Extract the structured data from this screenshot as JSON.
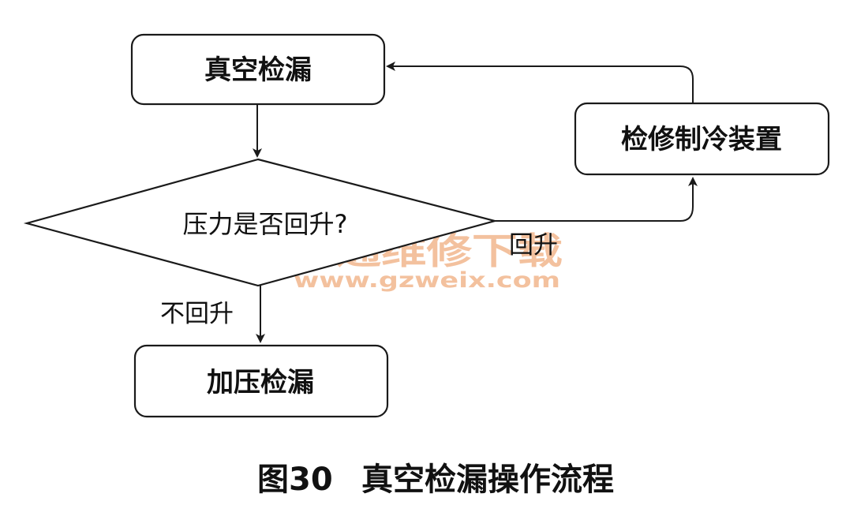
{
  "nodes": {
    "vacuum_leak_test": "真空检漏",
    "pressure_question": "压力是否回升?",
    "repair_refrigeration": "检修制冷装置",
    "pressure_leak_test": "加压检漏"
  },
  "edges": {
    "rises_label": "回升",
    "not_rise_label": "不回升"
  },
  "watermark": {
    "text": "精通维修下载",
    "url": "www.gzweix.com"
  },
  "caption": {
    "figure_number": "图30",
    "title": "真空检漏操作流程"
  }
}
